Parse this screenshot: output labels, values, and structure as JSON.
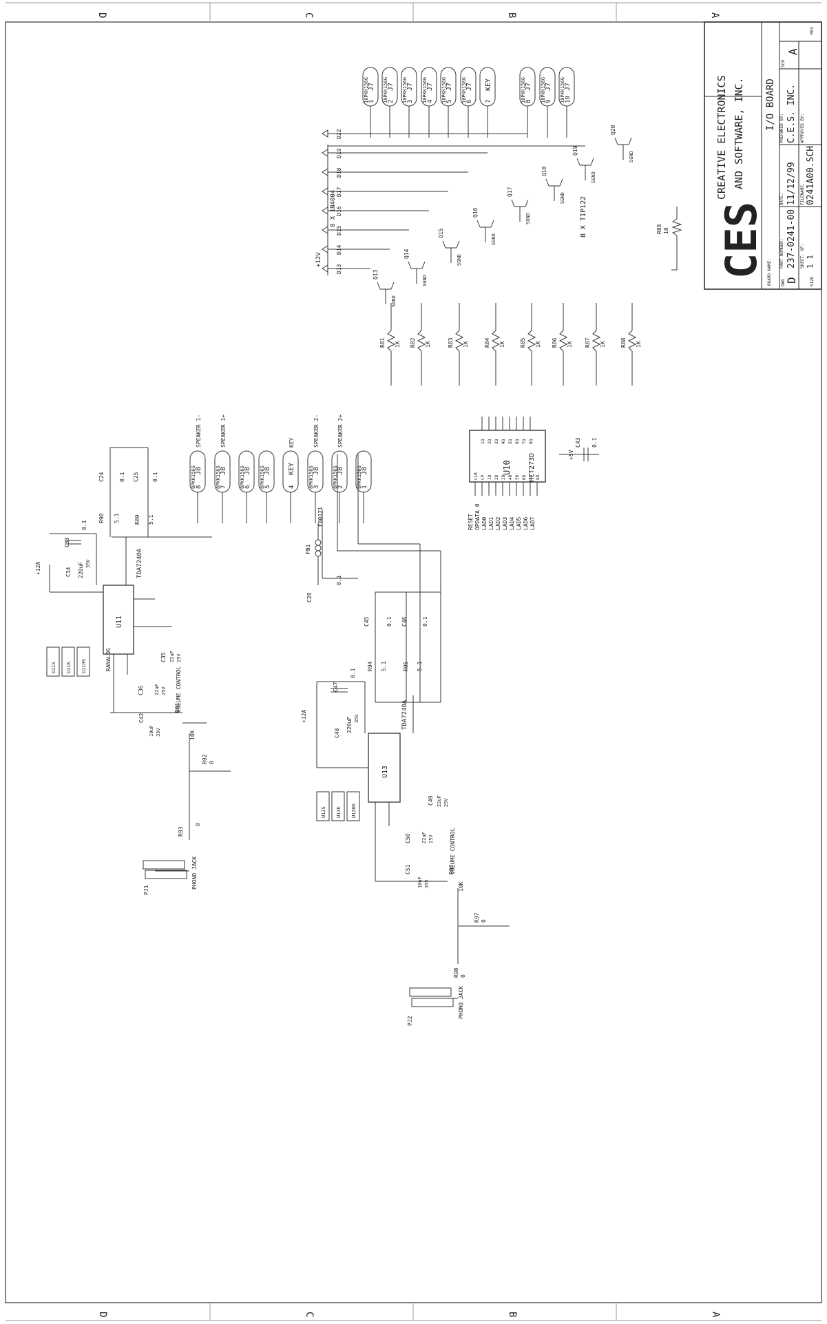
{
  "zones": {
    "top": [
      "D",
      "C",
      "B",
      "A"
    ],
    "bottom": [
      "D",
      "C",
      "B",
      "A"
    ]
  },
  "title_block": {
    "logo": "CES",
    "company_line1": "CREATIVE ELECTRONICS",
    "company_line2": "AND SOFTWARE, INC.",
    "board_name_label": "BOARD NAME:",
    "board_name": "I/O BOARD",
    "dwg_label": "DWG",
    "dwg_size": "D",
    "part_number_label": "PART NUMBER:",
    "part_number": "237-0241-00",
    "date_label": "DATE:",
    "date": "11/12/99",
    "prepared_label": "PREPARED BY:",
    "prepared_by": "C.E.S. INC.",
    "sheet_label": "SHEET: OF:",
    "sheet": "1   1",
    "filename_label": "FILENAME:",
    "filename": "0241A00.SCH",
    "approved_label": "APPROVED BY:",
    "sch_label": "SCH",
    "rev_label": "REV",
    "rev": "A",
    "size_label": "SIZE"
  },
  "output_section": {
    "diodes_note": "8 X 1N4004",
    "transistor_note": "8 X TIP122",
    "supply": "+12V",
    "diodes": [
      "D13",
      "D14",
      "D15",
      "D16",
      "D17",
      "D18",
      "D19",
      "D22"
    ],
    "transistors": [
      "Q13",
      "Q14",
      "Q15",
      "Q16",
      "Q17",
      "Q18",
      "Q19",
      "Q20"
    ],
    "ground": "SGND",
    "resistors": [
      {
        "ref": "R81",
        "val": "1K"
      },
      {
        "ref": "R82",
        "val": "1K"
      },
      {
        "ref": "R83",
        "val": "1K"
      },
      {
        "ref": "R84",
        "val": "1K"
      },
      {
        "ref": "R85",
        "val": "1K"
      },
      {
        "ref": "R86",
        "val": "1K"
      },
      {
        "ref": "R87",
        "val": "1K"
      },
      {
        "ref": "R88",
        "val": "1K"
      }
    ],
    "r_sgnd": {
      "ref": "R88",
      "val": "10"
    },
    "j7_pins": [
      {
        "pin": "1",
        "ref": "J7",
        "label": "10PKK156G"
      },
      {
        "pin": "2",
        "ref": "J7",
        "label": "10PKK156G"
      },
      {
        "pin": "3",
        "ref": "J7",
        "label": "10PKK156G"
      },
      {
        "pin": "4",
        "ref": "J7",
        "label": "10PKK156G"
      },
      {
        "pin": "5",
        "ref": "J7",
        "label": "10PKK156G"
      },
      {
        "pin": "6",
        "ref": "J7",
        "label": "10PKK156G"
      },
      {
        "pin": "7",
        "ref": "KEY",
        "label": ""
      },
      {
        "pin": "8",
        "ref": "J7",
        "label": "10PKK156G"
      },
      {
        "pin": "9",
        "ref": "J7",
        "label": "10PKK156G"
      },
      {
        "pin": "10",
        "ref": "J7",
        "label": "10PKK156G"
      }
    ]
  },
  "latch": {
    "ref": "U10",
    "part": "HCT273D",
    "pins_left": [
      "CLR",
      "CP",
      "1D",
      "2D",
      "3D",
      "4D",
      "5D",
      "6D",
      "7D",
      "8D"
    ],
    "pins_right": [
      "1Q",
      "2Q",
      "3Q",
      "4Q",
      "5Q",
      "6Q",
      "7Q",
      "8Q"
    ],
    "signals": [
      "RESET",
      "OPDATA 0",
      "LAD0",
      "LAD1",
      "LAD2",
      "LAD3",
      "LAD4",
      "LAD5",
      "LAD6",
      "LAD7"
    ],
    "cap": {
      "ref": "C43",
      "val": "0.1"
    },
    "supply": "+5V"
  },
  "j8_pins": [
    {
      "pin": "8",
      "ref": "J8",
      "label": "8PKK156G",
      "net": "SPEAKER 1-"
    },
    {
      "pin": "7",
      "ref": "J8",
      "label": "8PKK156G",
      "net": "SPEAKER 1+"
    },
    {
      "pin": "6",
      "ref": "J8",
      "label": "8PKK156G",
      "net": ""
    },
    {
      "pin": "5",
      "ref": "J8",
      "label": "8PKK156G",
      "net": ""
    },
    {
      "pin": "4",
      "ref": "KEY",
      "label": "",
      "net": "KEY"
    },
    {
      "pin": "3",
      "ref": "J8",
      "label": "8PKK156G",
      "net": "SPEAKER 2-"
    },
    {
      "pin": "2",
      "ref": "J8",
      "label": "8PKK156G",
      "net": "SPEAKER 2+"
    },
    {
      "pin": "1",
      "ref": "J8",
      "label": "8PKK156G",
      "net": ""
    }
  ],
  "amp1": {
    "ref": "U11",
    "part": "TDA7240A",
    "supply": "+12A",
    "c34": {
      "ref": "C34",
      "val": "220uF",
      "v": "35V"
    },
    "c33": {
      "ref": "C33",
      "val": "0.1"
    },
    "c35": {
      "ref": "C35",
      "val": "22uF",
      "v": "25V"
    },
    "c36": {
      "ref": "C36",
      "val": "22uF",
      "v": "25V"
    },
    "c42": {
      "ref": "C42",
      "val": "10uF",
      "v": "35V"
    },
    "c24": {
      "ref": "C24",
      "val": "0.1"
    },
    "c25": {
      "ref": "C25",
      "val": "0.1"
    },
    "r90": {
      "ref": "R90",
      "val": "5.1"
    },
    "r89": {
      "ref": "R89",
      "val": "5.1"
    },
    "r91": {
      "ref": "R91",
      "val": "10K"
    },
    "r92": {
      "ref": "R92",
      "val": "0"
    },
    "r93": {
      "ref": "R93",
      "val": "0"
    },
    "rnalog": "RANALOG",
    "pot_label": "VOLUME CONTROL",
    "jack": {
      "ref": "PJ1",
      "label": "PHONO JACK"
    },
    "mounts": [
      "U11S",
      "U11K",
      "U11HS"
    ]
  },
  "amp2": {
    "ref": "U13",
    "part": "TDA7240A",
    "supply": "+12A",
    "c48": {
      "ref": "C48",
      "val": "220uF",
      "v": "35V"
    },
    "c47": {
      "ref": "C47",
      "val": "0.1"
    },
    "c45": {
      "ref": "C45",
      "val": "0.1"
    },
    "c46": {
      "ref": "C46",
      "val": "0.1"
    },
    "c49": {
      "ref": "C49",
      "val": "22uF",
      "v": "25V"
    },
    "c50": {
      "ref": "C50",
      "val": "22uF",
      "v": "25V"
    },
    "c51": {
      "ref": "C51",
      "val": "10uF",
      "v": "35V"
    },
    "c28": {
      "ref": "C28",
      "val": "0.1"
    },
    "r94": {
      "ref": "R94",
      "val": "5.1"
    },
    "r95": {
      "ref": "R95",
      "val": "5.1"
    },
    "r96": {
      "ref": "R96",
      "val": "10K"
    },
    "r97": {
      "ref": "R97",
      "val": "0"
    },
    "r98": {
      "ref": "R98",
      "val": "0"
    },
    "fb1": {
      "ref": "FB1",
      "val": "F00121"
    },
    "pot_label": "VOLUME CONTROL",
    "jack": {
      "ref": "PJ2",
      "label": "PHONO JACK"
    },
    "mounts": [
      "U13S",
      "U13K",
      "U13HS"
    ]
  }
}
